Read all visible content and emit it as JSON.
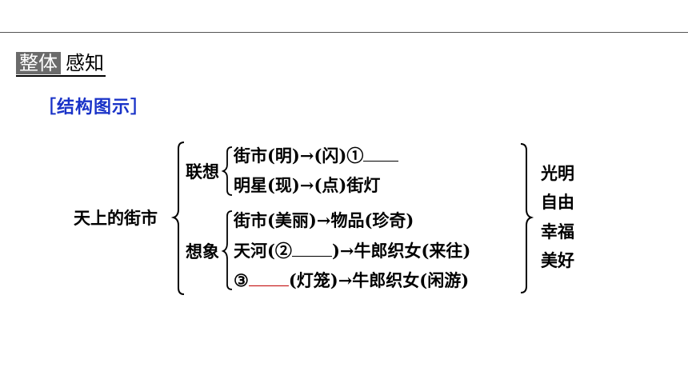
{
  "header": {
    "section_dark": "整体",
    "section_light": "感知"
  },
  "subheading": "［结构图示］",
  "diagram": {
    "root": "天上的街市",
    "branch_association": {
      "label": "联想",
      "rows": [
        {
          "text": "街市(明)→(闪)①",
          "blank": "____"
        },
        {
          "text": "明星(现)→(点)街灯"
        }
      ]
    },
    "branch_imagination": {
      "label": "想象",
      "rows": [
        {
          "text": "街市(美丽)→物品(珍奇)"
        },
        {
          "prefix": "天河(②",
          "blank": "____",
          "suffix": ")→牛郎织女(来往)"
        },
        {
          "prefix": "③",
          "blank": "____",
          "suffix": "(灯笼)→牛郎织女(闲游)"
        }
      ]
    },
    "themes": [
      "光明",
      "自由",
      "幸福",
      "美好"
    ]
  }
}
